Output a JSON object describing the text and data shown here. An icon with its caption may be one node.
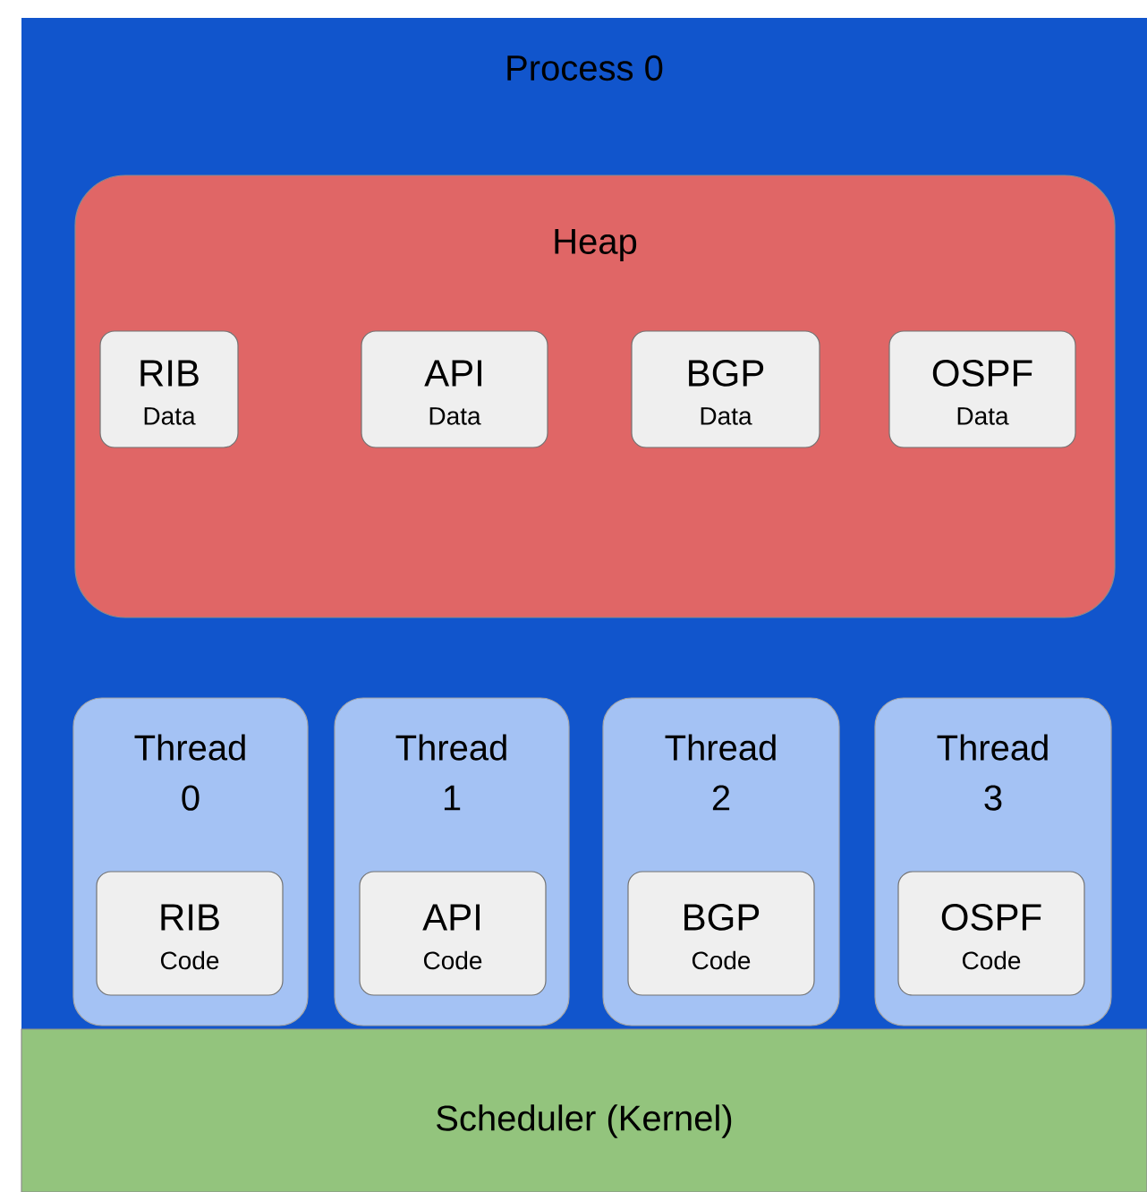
{
  "diagram": {
    "nodes": [
      {
        "text": [
          "Process 0"
        ]
      },
      {
        "text": [
          "Heap"
        ],
        "in": 0
      },
      {
        "text": [
          "RIB",
          "Data"
        ],
        "in": 1
      },
      {
        "text": [
          "API",
          "Data"
        ],
        "in": 1
      },
      {
        "text": [
          "BGP",
          "Data"
        ],
        "in": 1
      },
      {
        "text": [
          "OSPF",
          "Data"
        ],
        "in": 1
      },
      {
        "text": [
          "Thread 0"
        ],
        "in": 0
      },
      {
        "text": [
          "RIB",
          "Code"
        ],
        "in": 6
      },
      {
        "text": [
          "Thread 1"
        ],
        "in": 0
      },
      {
        "text": [
          "API",
          "Code"
        ],
        "in": 8
      },
      {
        "text": [
          "Thread 2"
        ],
        "in": 0
      },
      {
        "text": [
          "BGP",
          "Code"
        ],
        "in": 10
      },
      {
        "text": [
          "Thread 3"
        ],
        "in": 0
      },
      {
        "text": [
          "OSPF",
          "Code"
        ],
        "in": 12
      },
      {
        "text": [
          "Scheduler (Kernel)"
        ]
      }
    ]
  }
}
